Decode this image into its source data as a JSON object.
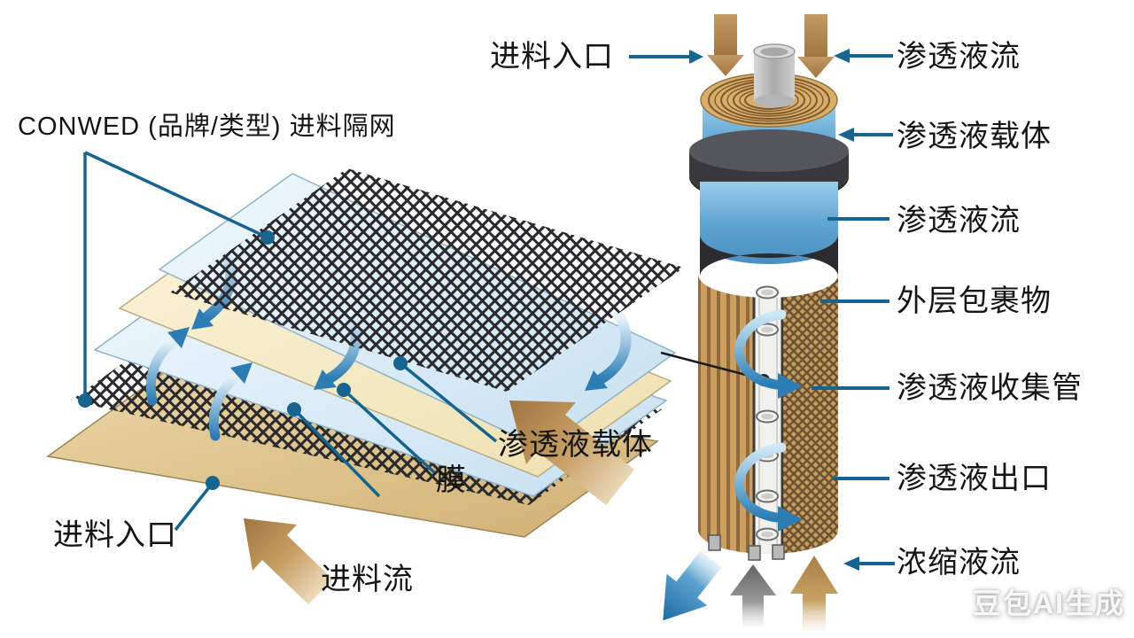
{
  "left_diagram": {
    "spacer_label": "CONWED (品牌/类型) 进料隔网",
    "permeate_carrier": "渗透液载体",
    "membrane": "膜",
    "feed_inlet": "进料入口",
    "feed_flow": "进料流"
  },
  "right_diagram": {
    "feed_inlet": "进料入口",
    "labels": [
      "渗透液流",
      "渗透液载体",
      "渗透液流",
      "外层包裹物",
      "渗透液收集管",
      "渗透液出口",
      "浓缩液流"
    ]
  },
  "watermark": "豆包AI生成",
  "colors": {
    "leader_blue": "#16648f",
    "flow_arrow_blue": "#2d7db5",
    "feed_arrow_tan": "#b08a50",
    "membrane_cream": "#f5ecca",
    "carrier_blue": "#d8eaf6",
    "wrap_tan": "#c79c60",
    "collar_dark": "#3a3a3e",
    "band_blue": "#6aaed6",
    "text_black": "#151515"
  }
}
